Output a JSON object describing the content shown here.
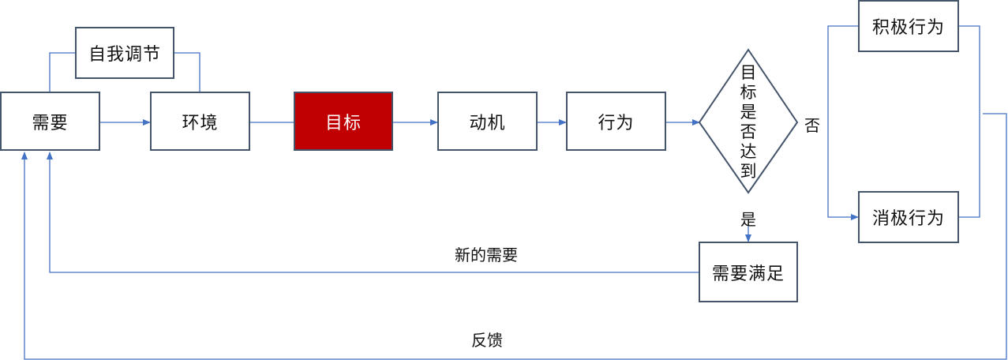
{
  "nodes": {
    "self_regulation": "自我调节",
    "need": "需要",
    "environment": "环境",
    "goal": "目标",
    "motive": "动机",
    "behavior": "行为",
    "decision": "目标是否达到",
    "need_satisfied": "需要满足",
    "positive_behavior": "积极行为",
    "negative_behavior": "消极行为"
  },
  "edge_labels": {
    "no": "否",
    "yes": "是",
    "new_need": "新的需要",
    "feedback": "反馈"
  },
  "colors": {
    "line": "#4472c4",
    "border": "#44546a",
    "highlight": "#c00000"
  }
}
